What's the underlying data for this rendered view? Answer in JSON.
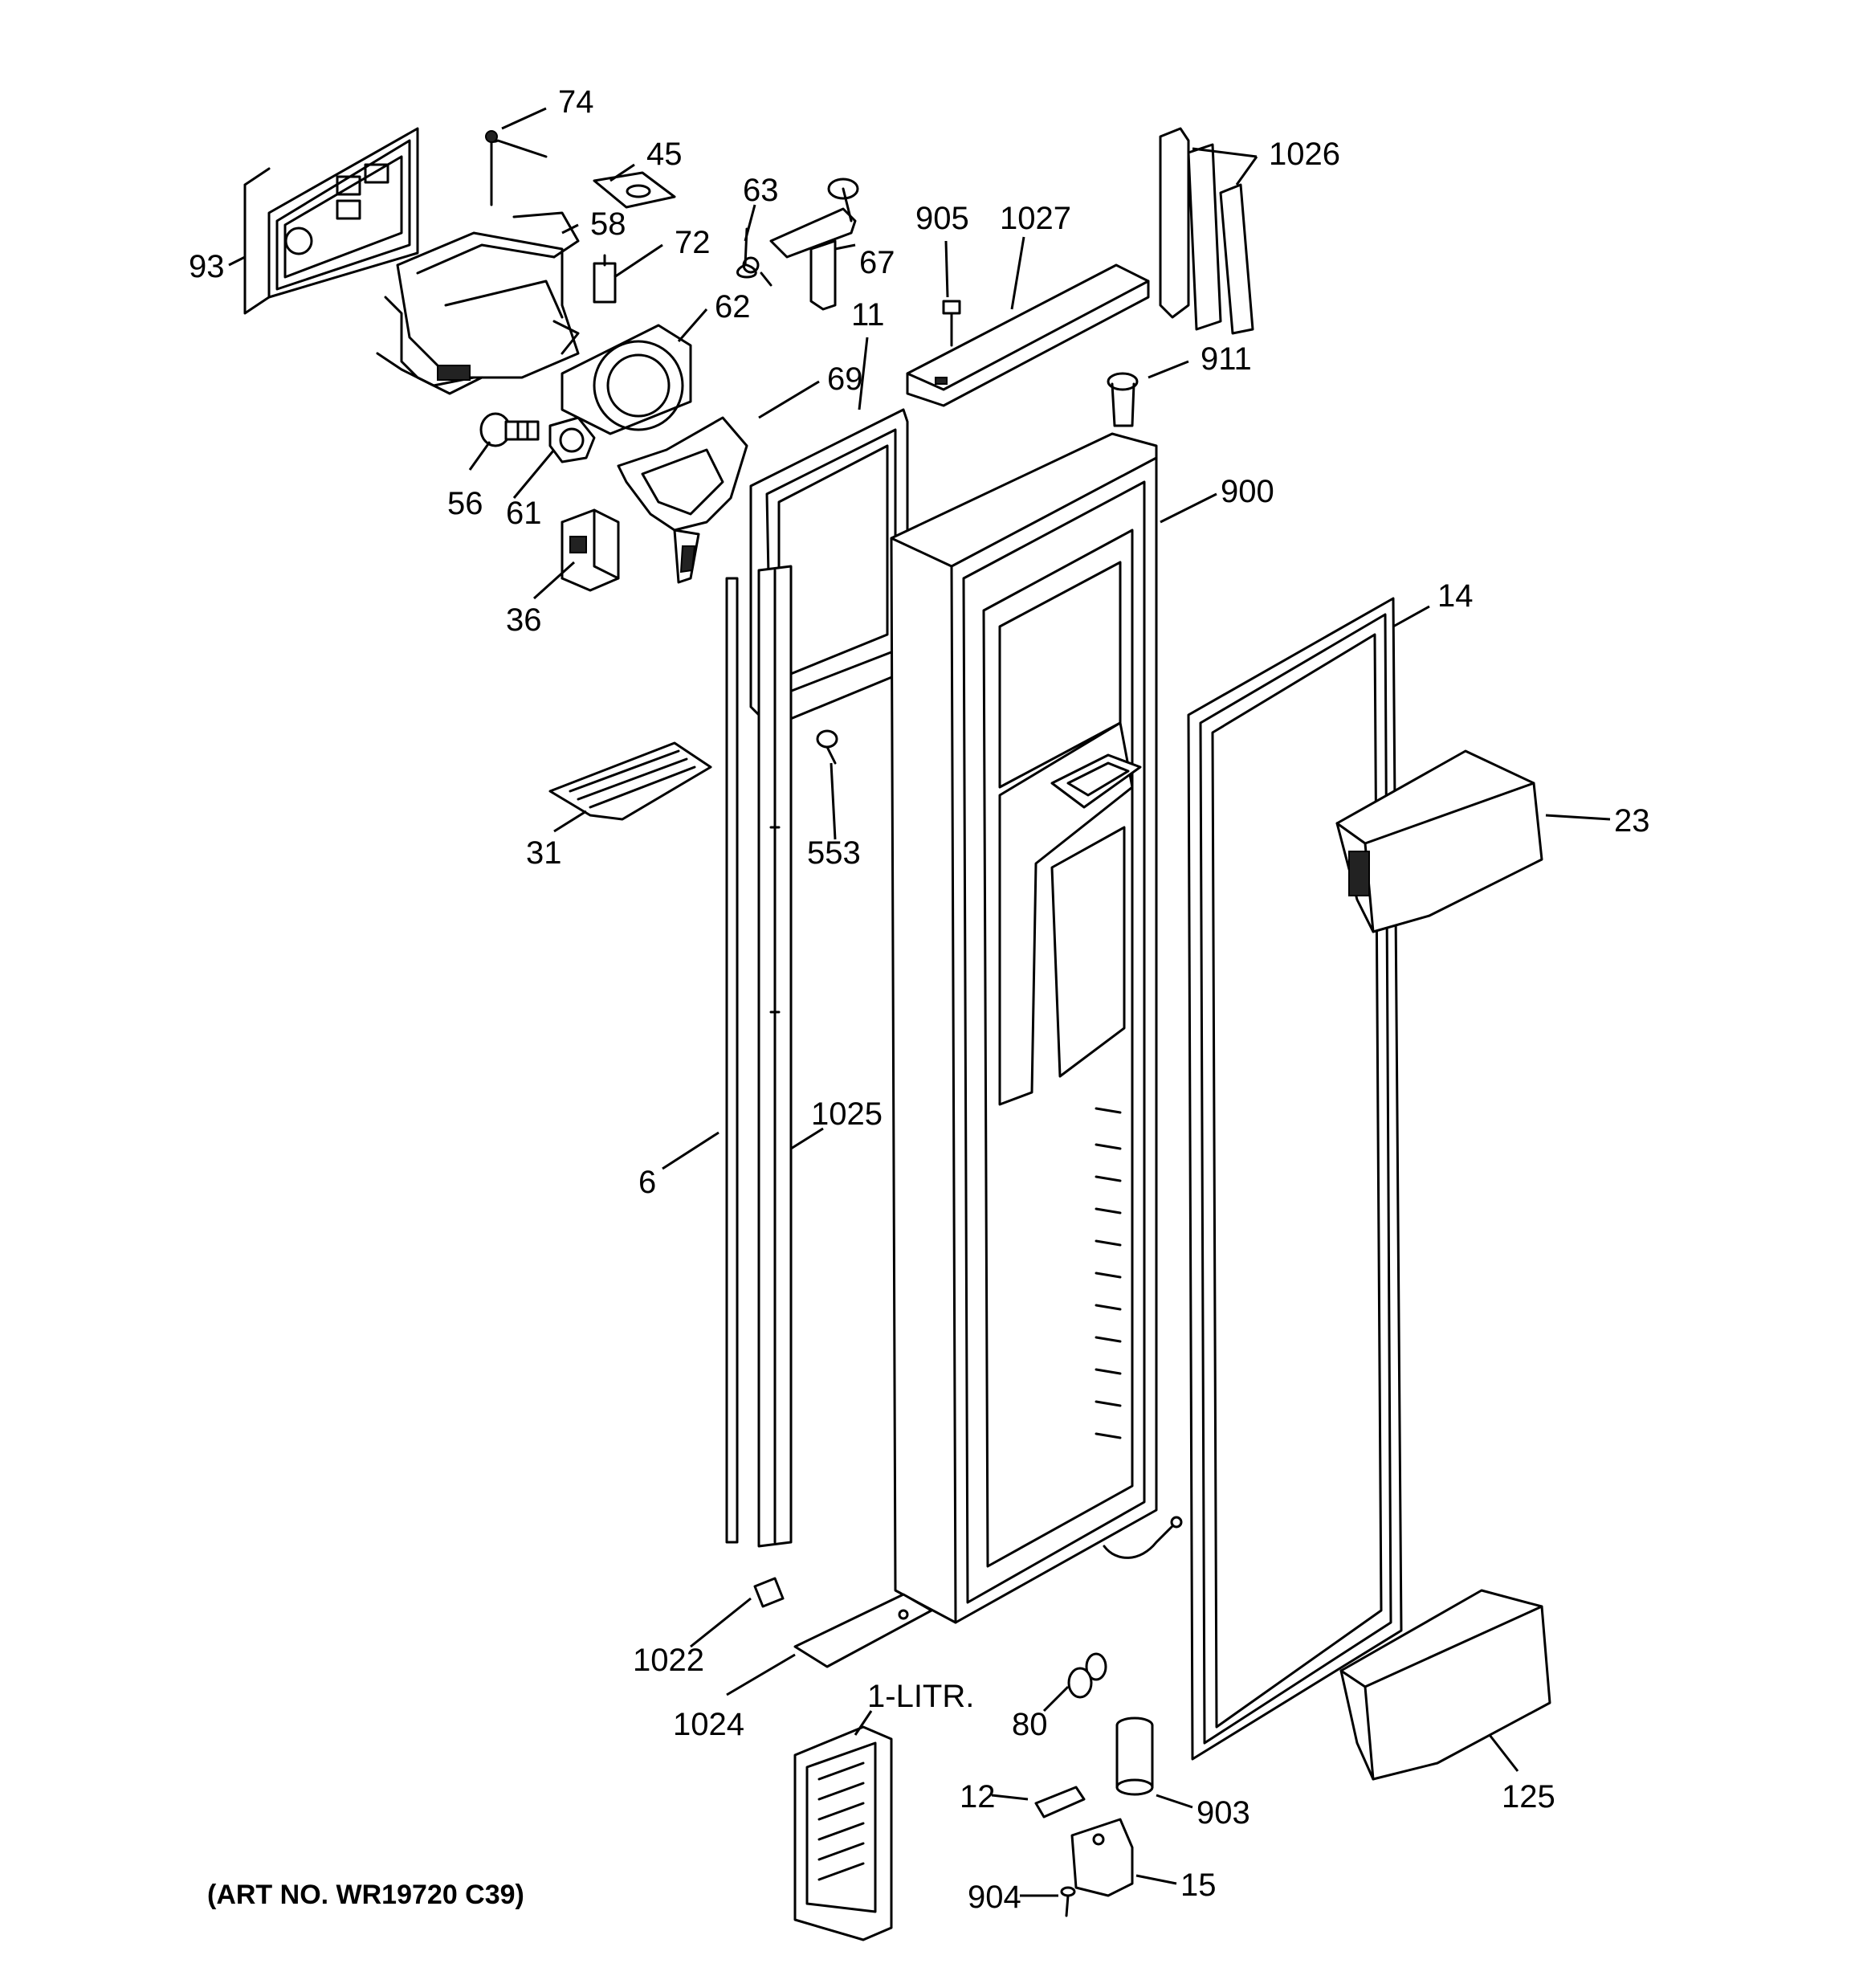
{
  "labels": {
    "p74": "74",
    "p45": "45",
    "p63": "63",
    "p72": "72",
    "p58": "58",
    "p93": "93",
    "p67": "67",
    "p905": "905",
    "p1027": "1027",
    "p1026": "1026",
    "p62": "62",
    "p11": "11",
    "p911": "911",
    "p69": "69",
    "p56": "56",
    "p61": "61",
    "p900": "900",
    "p36": "36",
    "p14": "14",
    "p23": "23",
    "p31": "31",
    "p553": "553",
    "p1025": "1025",
    "p6": "6",
    "p1022": "1022",
    "p1024": "1024",
    "p1litr": "1-LITR.",
    "p80": "80",
    "p125": "125",
    "p12": "12",
    "p903": "903",
    "p904": "904",
    "p15": "15"
  },
  "art_number": "(ART NO. WR19720 C39)"
}
